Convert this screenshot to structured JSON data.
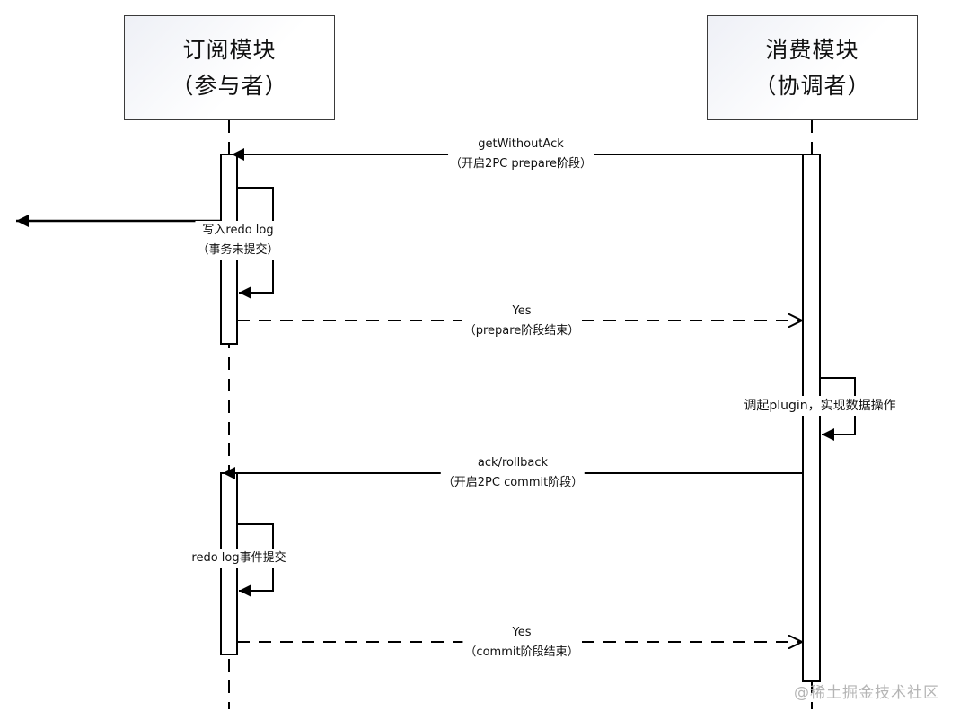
{
  "participants": [
    {
      "title": "订阅模块",
      "subtitle": "（参与者）"
    },
    {
      "title": "消费模块",
      "subtitle": "（协调者）"
    }
  ],
  "messages": [
    {
      "id": "m1",
      "line1": "getWithoutAck",
      "line2": "（开启2PC prepare阶段）",
      "from": "消费模块",
      "to": "订阅模块",
      "style": "solid"
    },
    {
      "id": "m2",
      "line1": "写入redo log",
      "line2": "（事务未提交）",
      "from": "订阅模块",
      "to": "订阅模块",
      "style": "self"
    },
    {
      "id": "m3",
      "line1": "Yes",
      "line2": "（prepare阶段结束）",
      "from": "订阅模块",
      "to": "消费模块",
      "style": "dashed"
    },
    {
      "id": "m4",
      "line1": "调起plugin，实现数据操作",
      "from": "消费模块",
      "to": "消费模块",
      "style": "self"
    },
    {
      "id": "m5",
      "line1": "ack/rollback",
      "line2": "（开启2PC commit阶段）",
      "from": "消费模块",
      "to": "订阅模块",
      "style": "solid"
    },
    {
      "id": "m6",
      "line1": "redo log事件提交",
      "from": "订阅模块",
      "to": "订阅模块",
      "style": "self"
    },
    {
      "id": "m7",
      "line1": "Yes",
      "line2": "（commit阶段结束）",
      "from": "订阅模块",
      "to": "消费模块",
      "style": "dashed"
    }
  ],
  "watermark": "@稀土掘金技术社区"
}
